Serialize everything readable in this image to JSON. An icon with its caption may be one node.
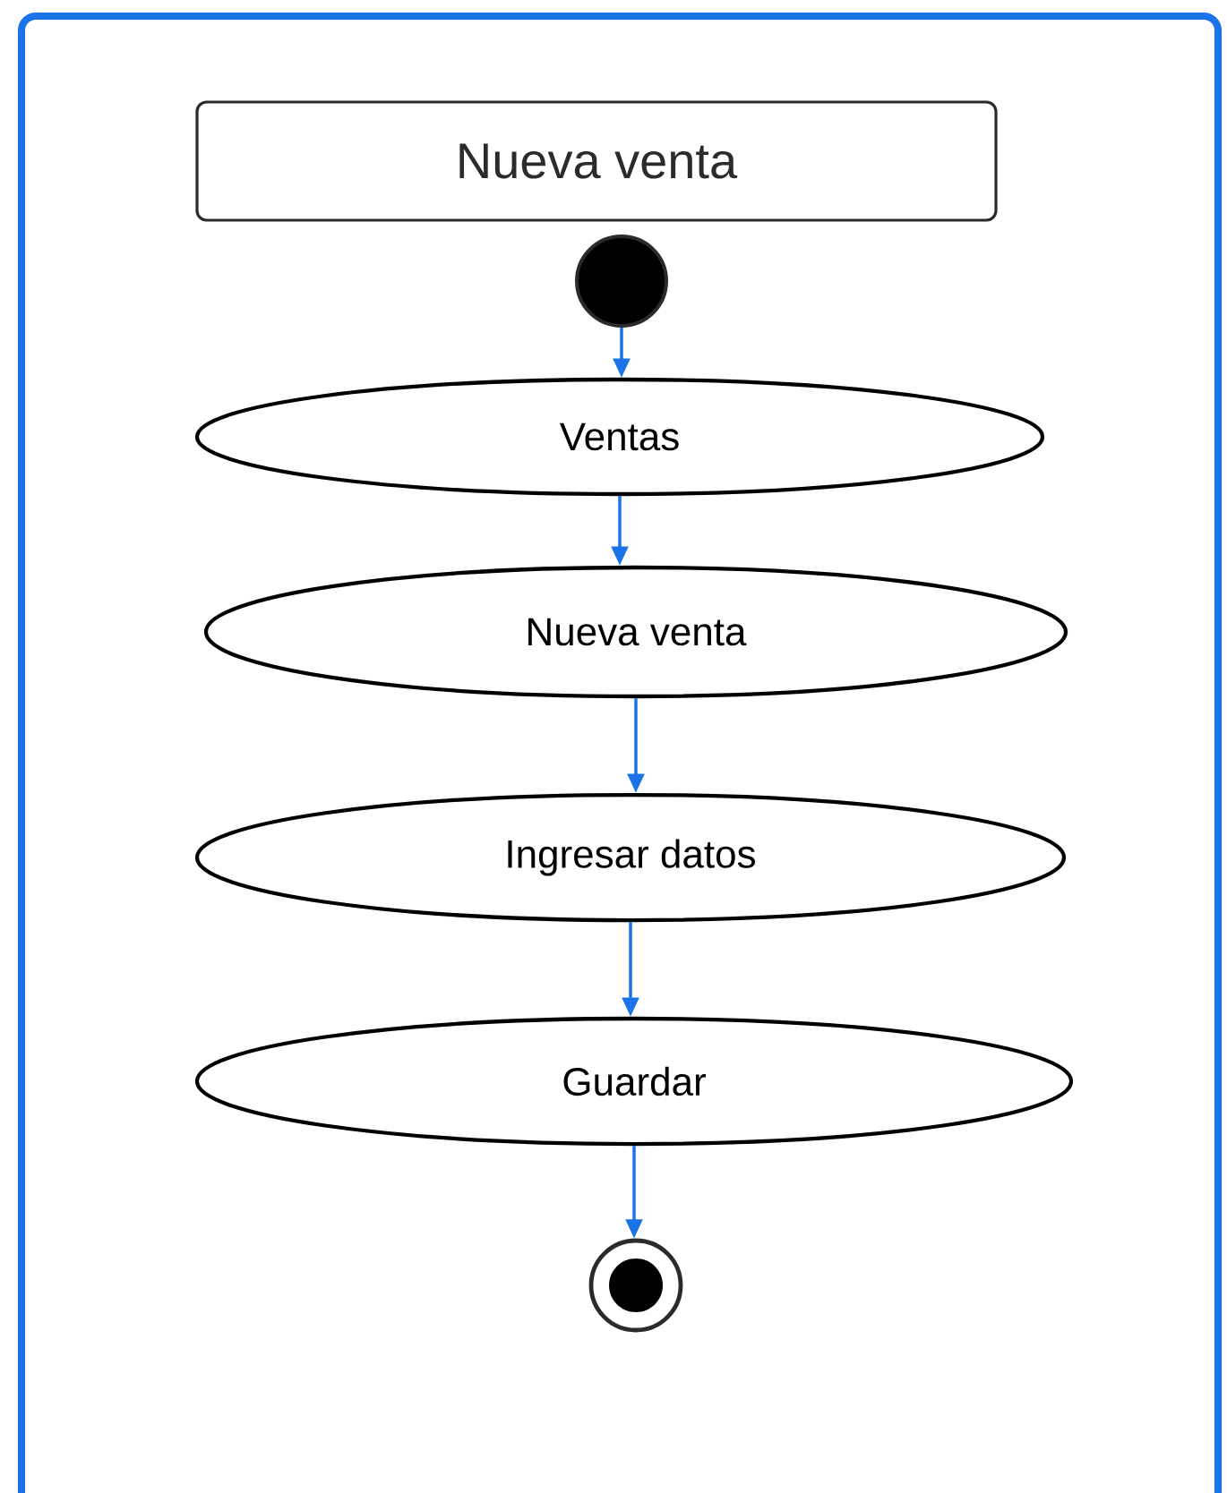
{
  "diagram": {
    "nodes": [
      {
        "text": [
          "Nueva venta"
        ]
      },
      {
        "text": [],
        "shape": "circle"
      },
      {
        "text": [
          "Ventas"
        ]
      },
      {
        "text": [
          "Nueva venta"
        ]
      },
      {
        "text": [
          "Ingresar datos"
        ]
      },
      {
        "text": [
          "Guardar"
        ]
      },
      {
        "text": [],
        "shape": "circle"
      }
    ],
    "edges": [
      {
        "from": 1,
        "to": 2,
        "arrow": "to"
      },
      {
        "from": 2,
        "to": 3,
        "arrow": "to"
      },
      {
        "from": 3,
        "to": 4,
        "arrow": "to"
      },
      {
        "from": 4,
        "to": 5,
        "arrow": "to"
      },
      {
        "from": 5,
        "to": 6,
        "arrow": "to"
      }
    ]
  }
}
